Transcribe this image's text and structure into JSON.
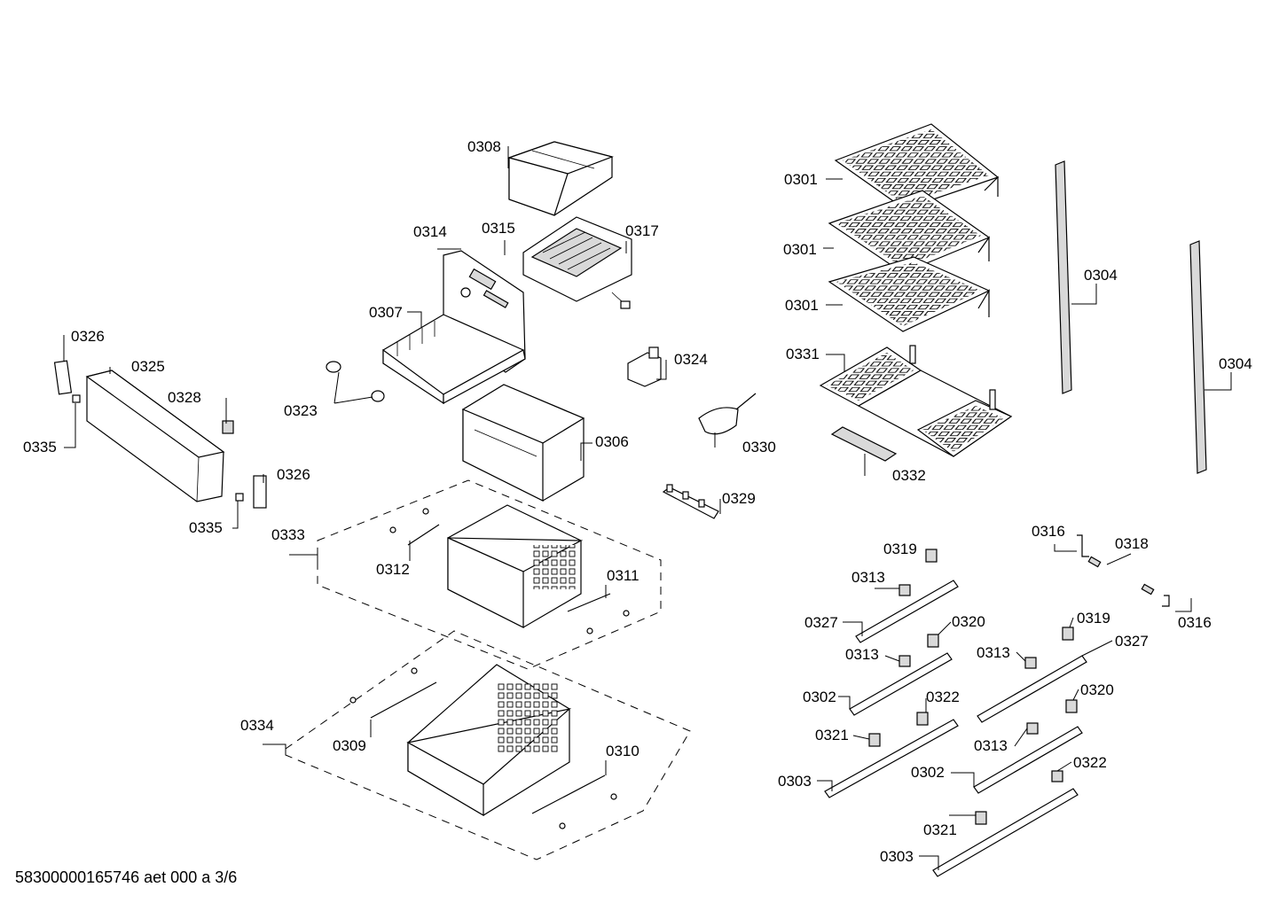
{
  "footer": {
    "document_code": "58300000165746 aet 000 a 3/6"
  },
  "labels": {
    "p0301a": "0301",
    "p0301b": "0301",
    "p0301c": "0301",
    "p0302a": "0302",
    "p0302b": "0302",
    "p0303a": "0303",
    "p0303b": "0303",
    "p0304a": "0304",
    "p0304b": "0304",
    "p0306": "0306",
    "p0307": "0307",
    "p0308": "0308",
    "p0309": "0309",
    "p0310": "0310",
    "p0311": "0311",
    "p0312": "0312",
    "p0313a": "0313",
    "p0313b": "0313",
    "p0313c": "0313",
    "p0313d": "0313",
    "p0314": "0314",
    "p0315": "0315",
    "p0316a": "0316",
    "p0316b": "0316",
    "p0317": "0317",
    "p0318": "0318",
    "p0319a": "0319",
    "p0319b": "0319",
    "p0320a": "0320",
    "p0320b": "0320",
    "p0321a": "0321",
    "p0321b": "0321",
    "p0322a": "0322",
    "p0322b": "0322",
    "p0323": "0323",
    "p0324": "0324",
    "p0325": "0325",
    "p0326a": "0326",
    "p0326b": "0326",
    "p0327a": "0327",
    "p0327b": "0327",
    "p0328": "0328",
    "p0329": "0329",
    "p0330": "0330",
    "p0331": "0331",
    "p0332": "0332",
    "p0333": "0333",
    "p0334": "0334",
    "p0335a": "0335",
    "p0335b": "0335"
  }
}
